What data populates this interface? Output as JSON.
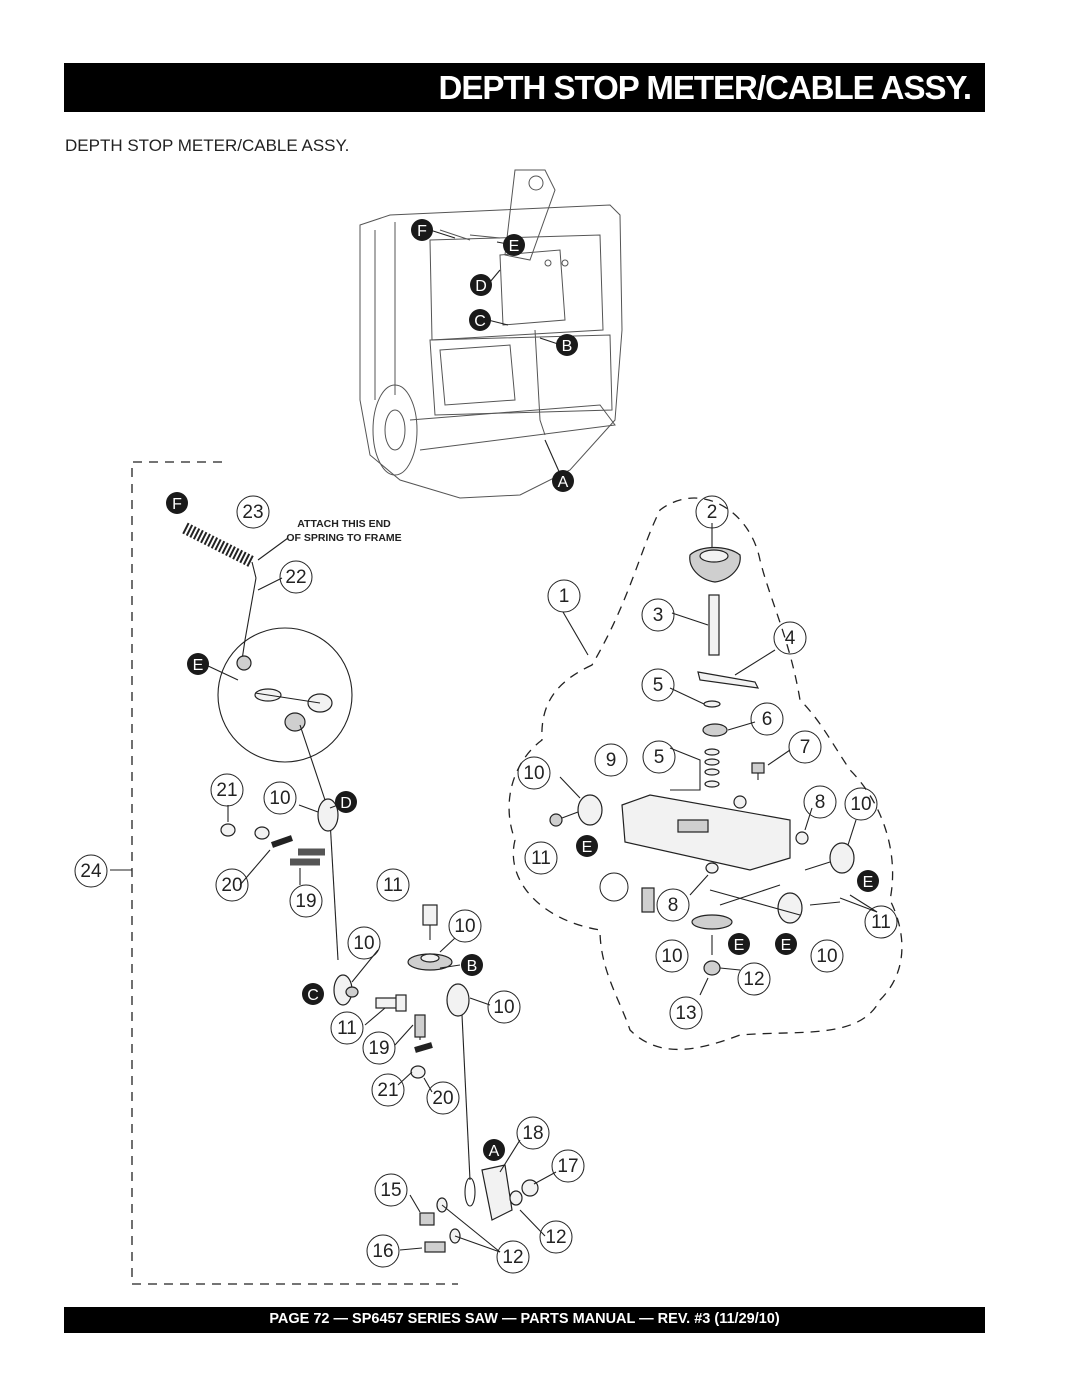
{
  "header": {
    "title": "DEPTH STOP METER/CABLE ASSY."
  },
  "section_title": "DEPTH STOP METER/CABLE ASSY.",
  "overview_letters": [
    "F",
    "E",
    "D",
    "C",
    "B",
    "A"
  ],
  "note": {
    "line1": "ATTACH THIS END",
    "line2": "OF SPRING TO FRAME"
  },
  "callouts": {
    "n1": "1",
    "n2": "2",
    "n3": "3",
    "n4": "4",
    "n5a": "5",
    "n5b": "5",
    "n6": "6",
    "n7": "7",
    "n8a": "8",
    "n8b": "8",
    "n9": "9",
    "n10a": "10",
    "n10b": "10",
    "n10c": "10",
    "n10d": "10",
    "n10e": "10",
    "n10f": "10",
    "n10g": "10",
    "n10h": "10",
    "n11a": "11",
    "n11b": "11",
    "n11c": "11",
    "n11d": "11",
    "n12a": "12",
    "n12b": "12",
    "n12c": "12",
    "n13": "13",
    "n15": "15",
    "n16": "16",
    "n17": "17",
    "n18": "18",
    "n19a": "19",
    "n19b": "19",
    "n20a": "20",
    "n20b": "20",
    "n21a": "21",
    "n21b": "21",
    "n22": "22",
    "n23": "23",
    "n24": "24"
  },
  "letters": {
    "F": "F",
    "E1": "E",
    "D": "D",
    "C": "C",
    "B": "B",
    "A": "A",
    "E2": "E",
    "E3": "E",
    "E4": "E",
    "E5": "E"
  },
  "footer": {
    "text": "PAGE 72 — SP6457 SERIES SAW — PARTS MANUAL — REV. #3 (11/29/10)"
  }
}
